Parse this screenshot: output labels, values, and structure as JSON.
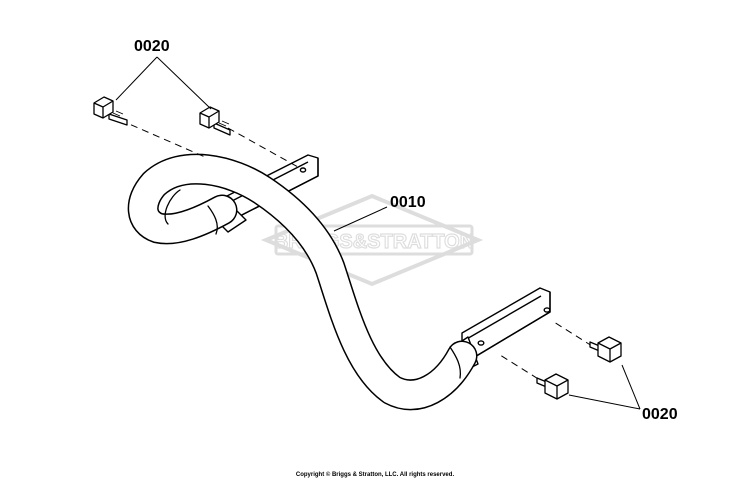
{
  "callouts": {
    "bolt_top": "0020",
    "handle": "0010",
    "bolt_bottom": "0020"
  },
  "watermark": "BRIGGS&STRATTON",
  "copyright": "Copyright © Briggs & Stratton, LLC. All rights reserved."
}
